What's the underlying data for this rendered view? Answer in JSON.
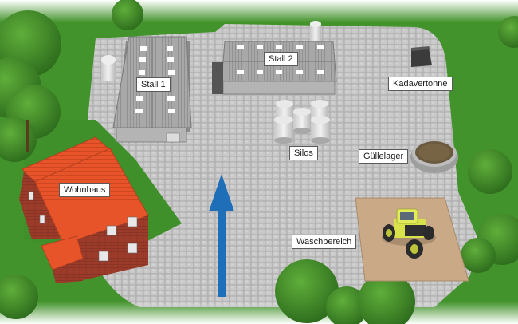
{
  "labels": {
    "stall1": "Stall 1",
    "stall2": "Stall 2",
    "kadavertonne": "Kadavertonne",
    "silos": "Silos",
    "guellelager": "Güllelager",
    "wohnhaus": "Wohnhaus",
    "waschbereich": "Waschbereich"
  },
  "colors": {
    "grass": "#3f8f2a",
    "cobblestone": "#b3b3b3",
    "roof_red": "#e8542a",
    "brick": "#9c3b2a",
    "barn_gray": "#9a9a9a",
    "arrow_blue": "#1f6fb8",
    "wash_pad": "#c9a986",
    "tractor_yellow": "#d8e24a"
  },
  "icons": {
    "direction": "up-arrow-icon",
    "vehicle": "tractor-icon"
  }
}
